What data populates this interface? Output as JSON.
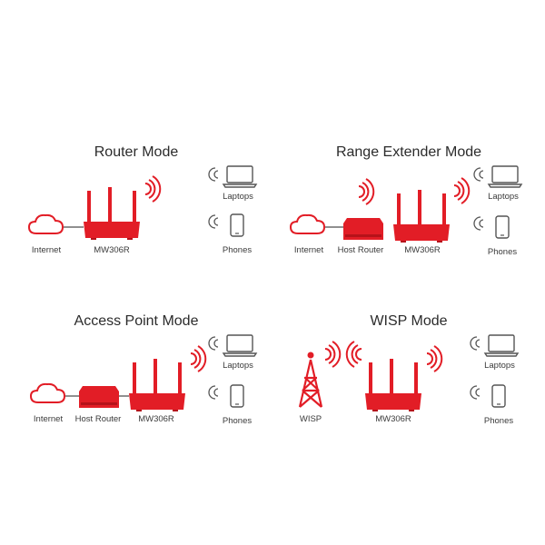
{
  "colors": {
    "accent": "#e21d26",
    "accent_dark": "#b5121a",
    "line": "#6b6b6b"
  },
  "panels": [
    {
      "title": "Router Mode",
      "labels": {
        "internet": "Internet",
        "device": "MW306R",
        "laptops": "Laptops",
        "phones": "Phones"
      }
    },
    {
      "title": "Range Extender Mode",
      "labels": {
        "internet": "Internet",
        "host": "Host Router",
        "device": "MW306R",
        "laptops": "Laptops",
        "phones": "Phones"
      }
    },
    {
      "title": "Access Point Mode",
      "labels": {
        "internet": "Internet",
        "host": "Host Router",
        "device": "MW306R",
        "laptops": "Laptops",
        "phones": "Phones"
      }
    },
    {
      "title": "WISP Mode",
      "labels": {
        "wisp": "WISP",
        "device": "MW306R",
        "laptops": "Laptops",
        "phones": "Phones"
      }
    }
  ]
}
